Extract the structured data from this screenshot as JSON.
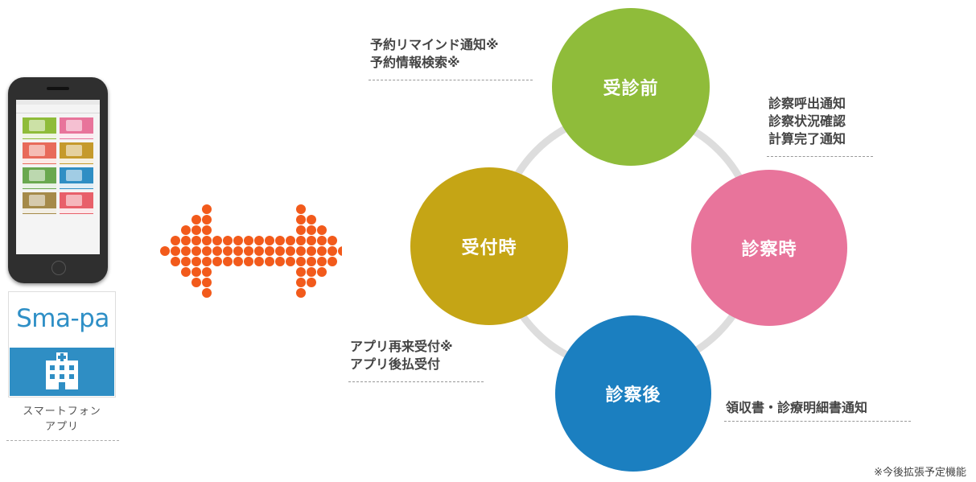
{
  "app": {
    "name": "Sma-pa",
    "caption_line1": "スマートフォン",
    "caption_line2": "アプリ"
  },
  "stages": {
    "before": "受診前",
    "reception": "受付時",
    "during": "診察時",
    "after": "診察後"
  },
  "notes": {
    "before": [
      "予約リマインド通知※",
      "予約情報検索※"
    ],
    "during": [
      "診察呼出通知",
      "診察状況確認",
      "計算完了通知"
    ],
    "reception": [
      "アプリ再来受付※",
      "アプリ後払受付"
    ],
    "after": [
      "領収書・診療明細書通知"
    ]
  },
  "footnote": "※今後拡張予定機能",
  "colors": {
    "before": "#8fbc3a",
    "reception": "#c5a515",
    "during": "#e8749b",
    "after": "#1b7fc0",
    "arrow": "#f25a1b",
    "ring": "#dddddd",
    "app_blue": "#2f8ec4"
  },
  "icons": {
    "phone": "smartphone-icon",
    "app": "hospital-building-icon",
    "arrow": "bidirectional-arrow-icon"
  }
}
